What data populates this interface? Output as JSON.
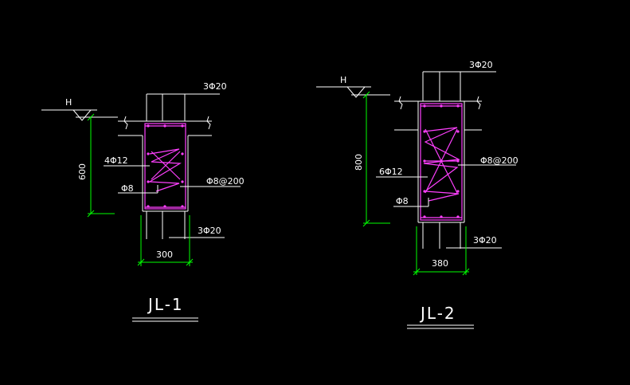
{
  "colors": {
    "background": "#000000",
    "outline": "#ffffff",
    "rebar": "#ff40ff",
    "dimension": "#00ff00",
    "text": "#ffffff"
  },
  "sections": [
    {
      "name": "JL-1",
      "title": "JL-1",
      "elevation_mark": "H",
      "height_dim": "600",
      "width_dim": "300",
      "top_bars": "3Φ20",
      "bottom_bars": "3Φ20",
      "side_bars": "4Φ12",
      "stirrup": "Φ8@200",
      "tie": "Φ8"
    },
    {
      "name": "JL-2",
      "title": "JL-2",
      "elevation_mark": "H",
      "height_dim": "800",
      "width_dim": "380",
      "top_bars": "3Φ20",
      "bottom_bars": "3Φ20",
      "side_bars": "6Φ12",
      "stirrup": "Φ8@200",
      "tie": "Φ8"
    }
  ]
}
